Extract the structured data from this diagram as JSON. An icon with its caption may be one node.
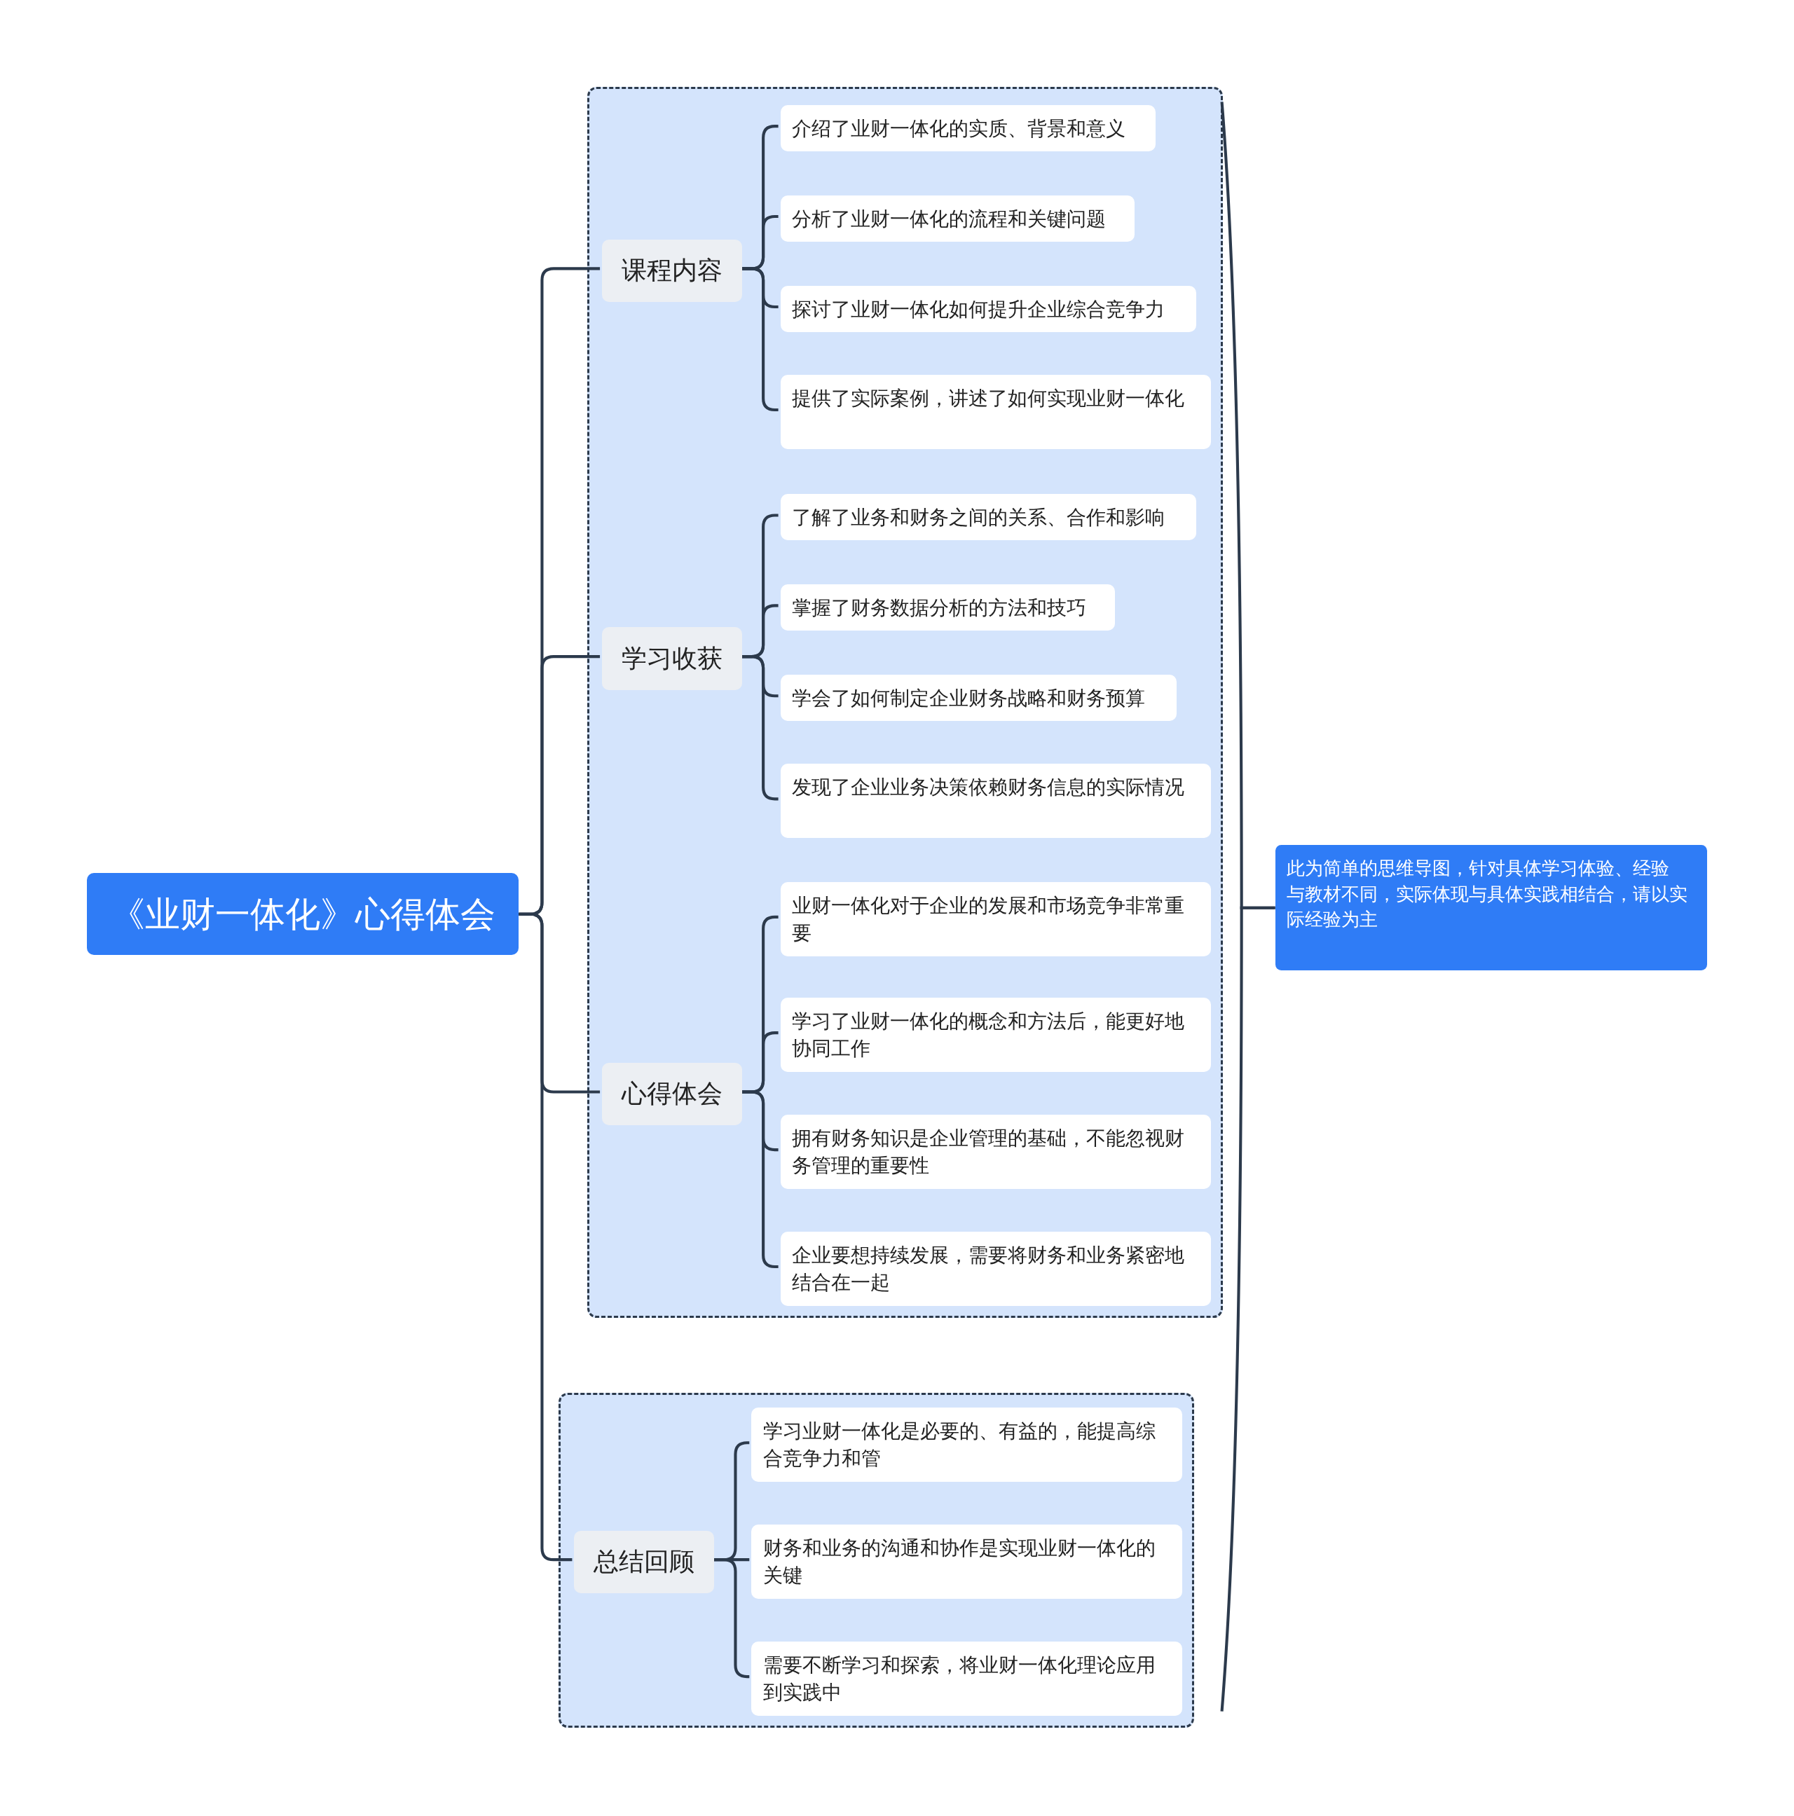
{
  "diagram": {
    "nodes": [
      {
        "text": [
          "《业财一体化》心得体会"
        ]
      },
      {
        "text": [],
        "shape": "box"
      },
      {
        "text": [
          "课程内容"
        ],
        "in": 1
      },
      {
        "text": [
          "介绍了业财一体化的实质、背景和意义"
        ],
        "in": 1
      },
      {
        "text": [
          "分析了业财一体化的流程和关键问题"
        ],
        "in": 1
      },
      {
        "text": [
          "探讨了业财一体化如何提升企业综合竞争力"
        ],
        "in": 1
      },
      {
        "text": [
          "提供了实际案例，讲述了如何实现业财一体化"
        ],
        "in": 1
      },
      {
        "text": [
          "学习收获"
        ],
        "in": 1
      },
      {
        "text": [
          "了解了业务和财务之间的关系、合作和影响"
        ],
        "in": 1
      },
      {
        "text": [
          "掌握了财务数据分析的方法和技巧"
        ],
        "in": 1
      },
      {
        "text": [
          "学会了如何制定企业财务战略和财务预算"
        ],
        "in": 1
      },
      {
        "text": [
          "发现了企业业务决策依赖财务信息的实际情况"
        ],
        "in": 1
      },
      {
        "text": [
          "心得体会"
        ],
        "in": 1
      },
      {
        "text": [
          "业财一体化对于企业的发展和市场竞争非常重要"
        ],
        "in": 1
      },
      {
        "text": [
          "学习了业财一体化的概念和方法后，能更好地协同工作"
        ],
        "in": 1
      },
      {
        "text": [
          "拥有财务知识是企业管理的基础，不能忽视财务管理的重要性"
        ],
        "in": 1
      },
      {
        "text": [
          "企业要想持续发展，需要将财务和业务紧密地结合在一起"
        ],
        "in": 1
      },
      {
        "text": [],
        "shape": "box"
      },
      {
        "text": [
          "总结回顾"
        ],
        "in": 17
      },
      {
        "text": [
          "学习业财一体化是必要的、有益的，能提高综合竞争力和管"
        ],
        "in": 17
      },
      {
        "text": [
          "财务和业务的沟通和协作是实现业财一体化的关键"
        ],
        "in": 17
      },
      {
        "text": [
          "需要不断学习和探索，将业财一体化理论应用到实践中"
        ],
        "in": 17
      },
      {
        "text": [
          "此为简单的思维导图，针对具体学习体验、经验",
          "与教材不同，实际体现与具体实践相结合，请以实际经验为主"
        ]
      }
    ],
    "edges": [
      {
        "from": 0,
        "to": 2,
        "arrow": "none"
      },
      {
        "from": 0,
        "to": 7,
        "arrow": "none"
      },
      {
        "from": 0,
        "to": 12,
        "arrow": "none"
      },
      {
        "from": 0,
        "to": 18,
        "arrow": "none"
      },
      {
        "from": 2,
        "to": 3,
        "arrow": "none"
      },
      {
        "from": 2,
        "to": 4,
        "arrow": "none"
      },
      {
        "from": 2,
        "to": 5,
        "arrow": "none"
      },
      {
        "from": 2,
        "to": 6,
        "arrow": "none"
      },
      {
        "from": 7,
        "to": 8,
        "arrow": "none"
      },
      {
        "from": 7,
        "to": 9,
        "arrow": "none"
      },
      {
        "from": 7,
        "to": 10,
        "arrow": "none"
      },
      {
        "from": 7,
        "to": 11,
        "arrow": "none"
      },
      {
        "from": 12,
        "to": 13,
        "arrow": "none"
      },
      {
        "from": 12,
        "to": 14,
        "arrow": "none"
      },
      {
        "from": 12,
        "to": 15,
        "arrow": "none"
      },
      {
        "from": 12,
        "to": 16,
        "arrow": "none"
      },
      {
        "from": 18,
        "to": 19,
        "arrow": "none"
      },
      {
        "from": 18,
        "to": 20,
        "arrow": "none"
      },
      {
        "from": 18,
        "to": 21,
        "arrow": "none"
      },
      {
        "from": 1,
        "to": 22,
        "arrow": "none"
      },
      {
        "from": 17,
        "to": 22,
        "arrow": "none"
      }
    ]
  }
}
